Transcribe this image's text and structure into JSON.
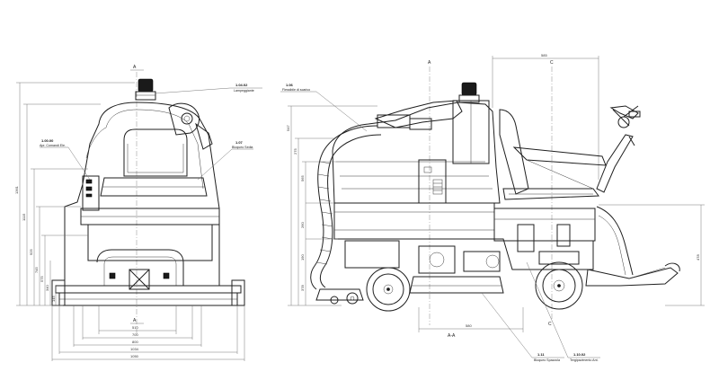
{
  "front_view": {
    "section_a_top": "A",
    "section_a_bottom": "A",
    "callouts": {
      "lamp": {
        "code": "1.04.02",
        "name": "Lampeggiante"
      },
      "controls": {
        "code": "1.00.00",
        "name": "Apr. Comandi Ele."
      },
      "tank": {
        "code": "1.07",
        "name": "Bloqueo Sedia"
      }
    },
    "heights": [
      "1361",
      "1115",
      "925",
      "745",
      "575",
      "340",
      "145"
    ],
    "widths": [
      "510",
      "700",
      "800",
      "1034",
      "1050"
    ]
  },
  "side_view": {
    "section_a": "A",
    "section_c_top": "C",
    "section_c_bottom": "C",
    "section_aa": "A-A",
    "top_width": "585",
    "right_height": "478",
    "bottom_width": "580",
    "callouts": {
      "hose": {
        "code": "1.06",
        "name": "Flessibile di scarico"
      },
      "brush": {
        "code": "1.11",
        "name": "Bloqueo Spazzola"
      },
      "squeegee": {
        "code": "1.10.02",
        "name": "Tergipavimento Ant."
      }
    },
    "heights": [
      "547",
      "275",
      "565",
      "260",
      "190",
      "378"
    ]
  }
}
